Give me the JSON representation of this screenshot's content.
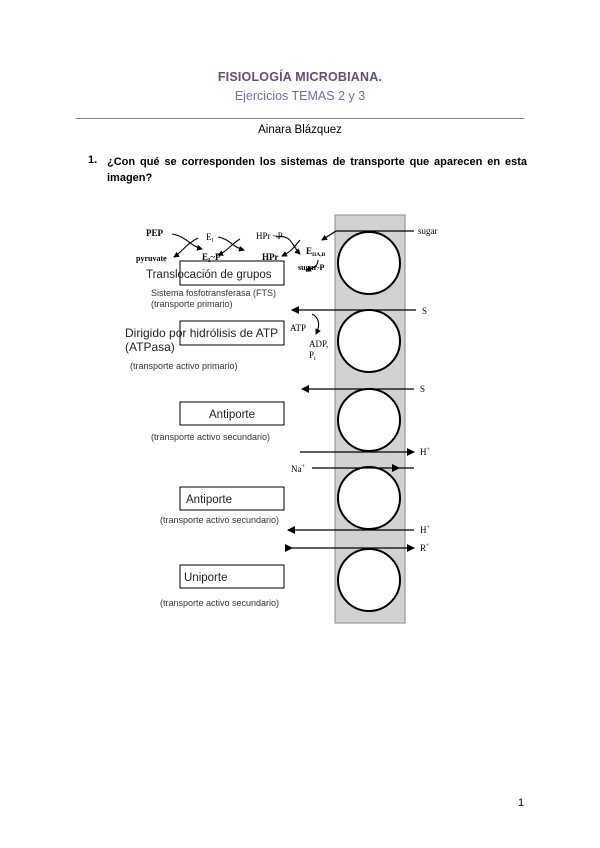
{
  "header": {
    "title": "FISIOLOGÍA MICROBIANA.",
    "subtitle": "Ejercicios TEMAS 2 y 3",
    "author": "Ainara Blázquez"
  },
  "question": {
    "number": "1.",
    "text": "¿Con qué se corresponden los sistemas de transporte que aparecen en esta imagen?"
  },
  "figure": {
    "pts": {
      "pep": "PEP",
      "pyruvate": "pyruvate",
      "ei": "E",
      "ei_sub": "I",
      "eip": "E",
      "eip_sub": "I",
      "eip_suffix": "~P",
      "hpr_p": "HPr ~P",
      "hpr": "HPr",
      "eiiab": "E",
      "eiiab_sub": "IIA,B",
      "sugar": "sugar",
      "sugar_p": "sugar-P"
    },
    "atp": {
      "atp": "ATP",
      "adp": "ADP,",
      "pi": "P",
      "pi_sub": "i"
    },
    "solutes": {
      "s1": "S",
      "s2": "S",
      "h1": "H",
      "na": "Na",
      "h2": "H",
      "r": "R",
      "plus": "+"
    },
    "answers": [
      {
        "label": "Translocación de grupos",
        "note1": "Sistema fosfotransferasa (FTS)",
        "note2": "(transporte primario)"
      },
      {
        "label": "Dirigido por hidrólisis de ATP",
        "label2": "(ATPasa)",
        "note1": "(transporte activo primario)"
      },
      {
        "label": "Antiporte",
        "note1": "(transporte activo secundario)"
      },
      {
        "label": "Antiporte",
        "note1": "(transporte activo secundario)"
      },
      {
        "label": "Uniporte",
        "note1": "(transporte activo secundario)"
      }
    ]
  },
  "footer": {
    "page": "1"
  }
}
